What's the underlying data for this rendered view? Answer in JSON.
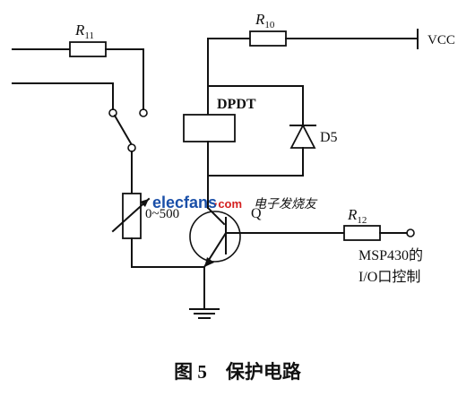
{
  "labels": {
    "r11_letter": "R",
    "r11_sub": "11",
    "r10_letter": "R",
    "r10_sub": "10",
    "r12_letter": "R",
    "r12_sub": "12",
    "vcc": "VCC",
    "relay": "DPDT",
    "diode": "D5",
    "pot_range": "0~500",
    "transistor": "Q",
    "io_line1": "MSP430的",
    "io_line2": "I/O口控制"
  },
  "watermark": {
    "site": "elecfans",
    "dot_com": "·com",
    "cn": "电子发烧友"
  },
  "caption": "图 5　保护电路",
  "colors": {
    "ink": "#111111",
    "watermark_blue": "#1a4fa8",
    "watermark_red": "#d42020"
  }
}
